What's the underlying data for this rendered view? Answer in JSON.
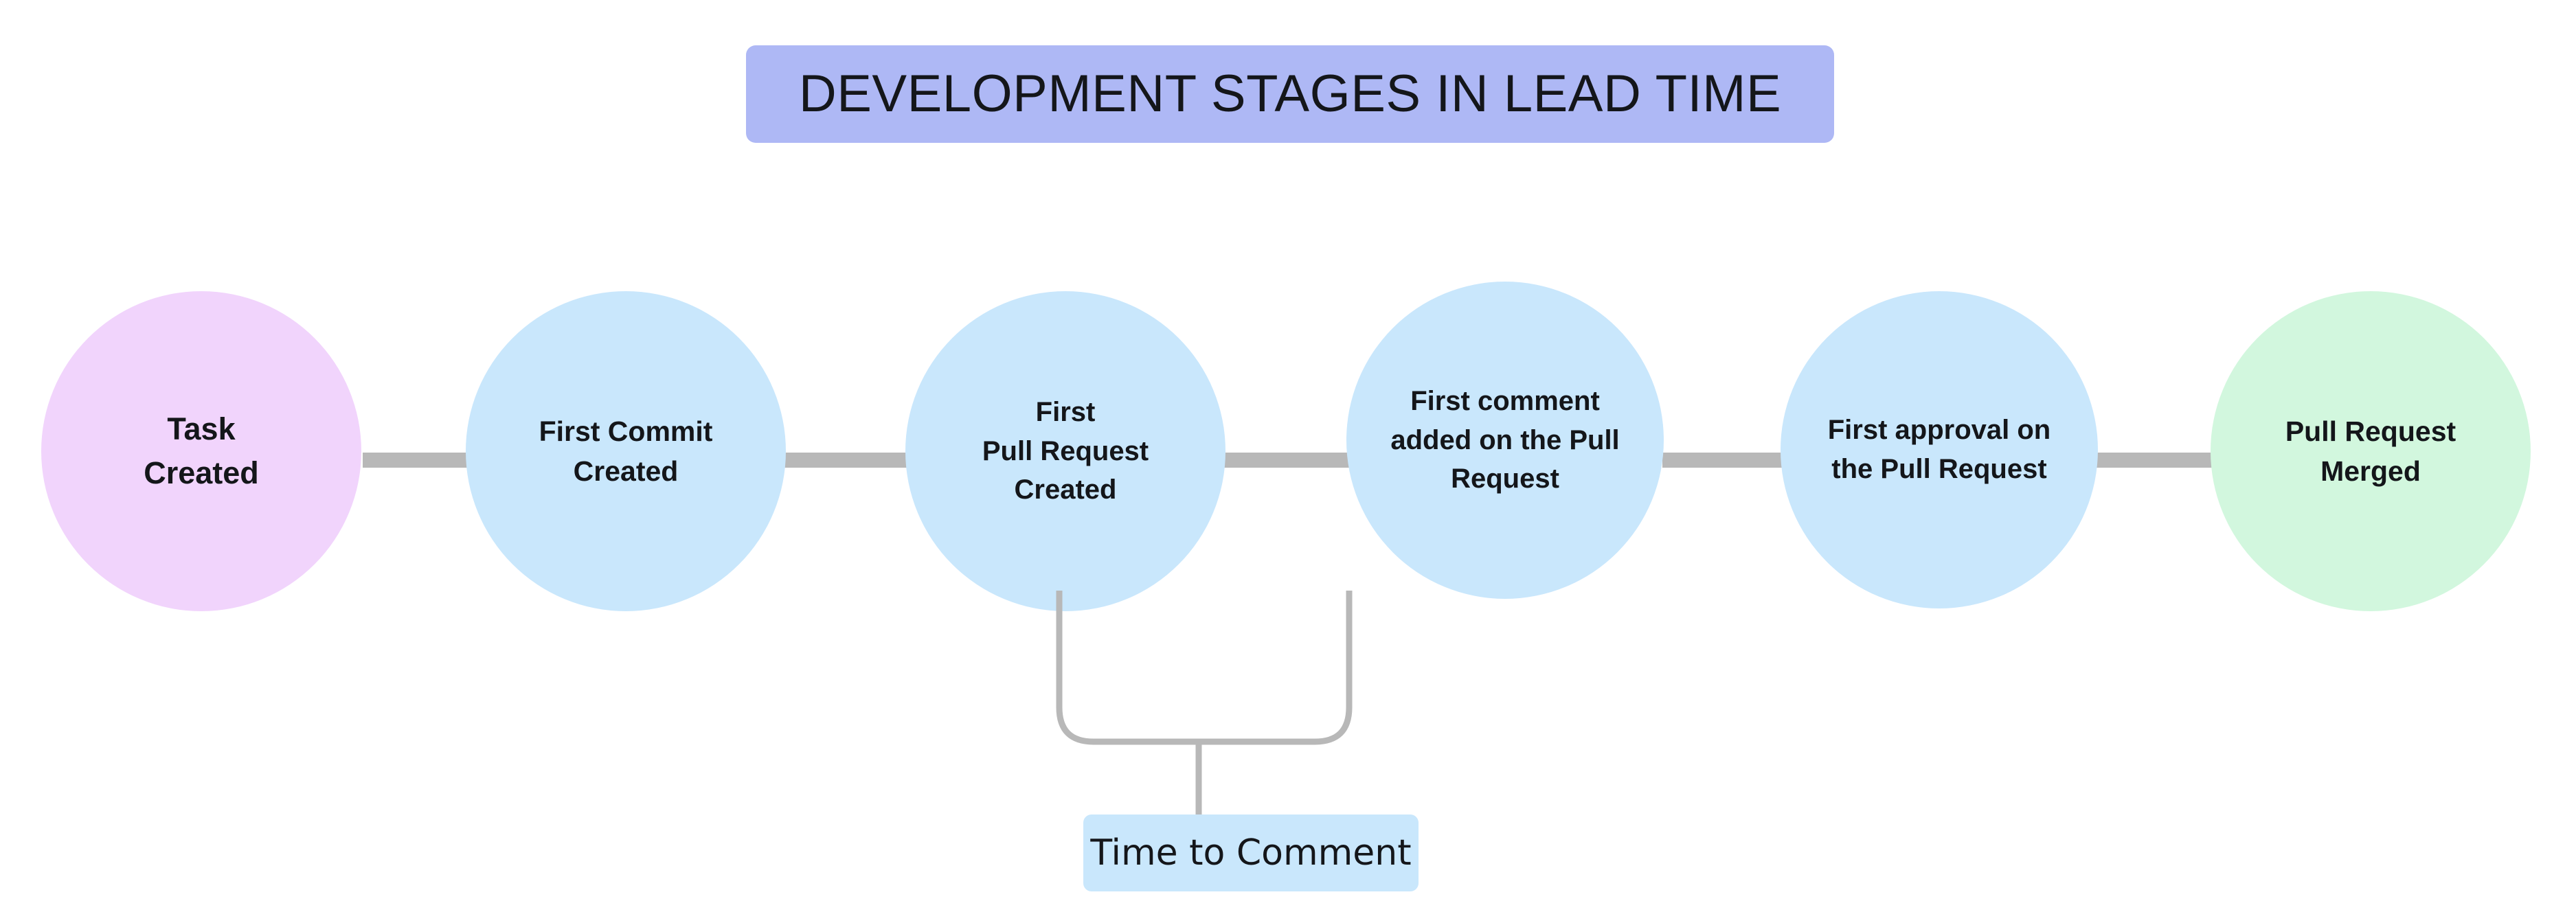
{
  "title": {
    "text": "DEVELOPMENT STAGES IN LEAD TIME",
    "background_color": "#aeb8f5",
    "text_color": "#14161a"
  },
  "theme": {
    "canvas_background": "#ffffff",
    "link_color": "#b8b8b8",
    "start_node_color": "#f1d4fc",
    "stage_node_color": "#c9e7fc",
    "end_node_color": "#d2f7de",
    "edge_label_color": "#c9e7fc"
  },
  "flow": {
    "nodes": [
      {
        "id": "task-created",
        "label": "Task\nCreated",
        "shape": "circle",
        "color": "#f1d4fc",
        "role": "start"
      },
      {
        "id": "first-commit",
        "label": "First Commit\nCreated",
        "shape": "circle",
        "color": "#c9e7fc",
        "role": "stage"
      },
      {
        "id": "first-pr",
        "label": "First\nPull Request\nCreated",
        "shape": "circle",
        "color": "#c9e7fc",
        "role": "stage"
      },
      {
        "id": "first-comment",
        "label": "First comment\nadded on the Pull\nRequest",
        "shape": "circle",
        "color": "#c9e7fc",
        "role": "stage"
      },
      {
        "id": "first-approval",
        "label": "First approval on\nthe Pull Request",
        "shape": "circle",
        "color": "#c9e7fc",
        "role": "stage"
      },
      {
        "id": "pr-merged",
        "label": "Pull Request\nMerged",
        "shape": "circle",
        "color": "#d2f7de",
        "role": "end"
      }
    ],
    "links": [
      {
        "from": "task-created",
        "to": "first-commit",
        "style": "solid"
      },
      {
        "from": "first-commit",
        "to": "first-pr",
        "style": "solid"
      },
      {
        "from": "first-pr",
        "to": "first-comment",
        "style": "solid"
      },
      {
        "from": "first-comment",
        "to": "first-approval",
        "style": "solid"
      },
      {
        "from": "first-approval",
        "to": "pr-merged",
        "style": "solid"
      }
    ],
    "measures": [
      {
        "id": "time-to-comment",
        "label": "Time to Comment",
        "spans_from": "first-pr",
        "spans_to": "first-comment",
        "color": "#c9e7fc"
      }
    ]
  }
}
